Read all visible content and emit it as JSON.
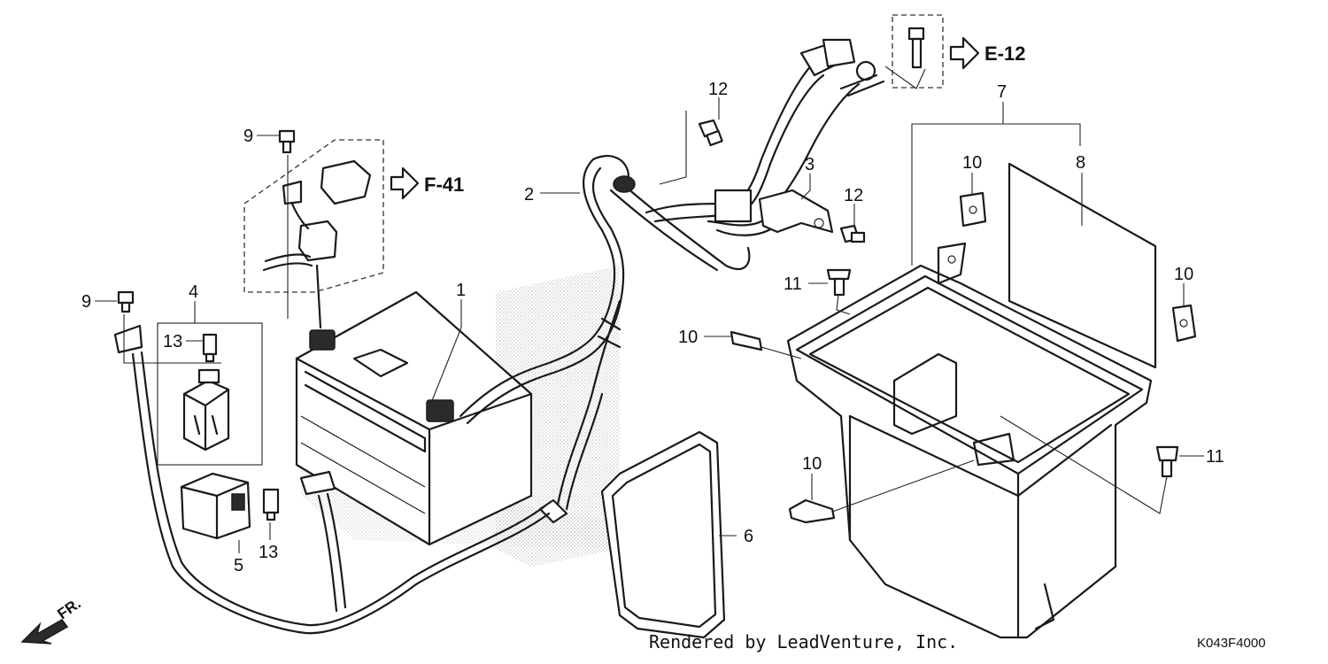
{
  "callouts": {
    "c1": "1",
    "c2": "2",
    "c3": "3",
    "c4": "4",
    "c5": "5",
    "c6": "6",
    "c7": "7",
    "c8": "8",
    "c9a": "9",
    "c9b": "9",
    "c10a": "10",
    "c10b": "10",
    "c10c": "10",
    "c10d": "10",
    "c11a": "11",
    "c11b": "11",
    "c12a": "12",
    "c12b": "12",
    "c13a": "13",
    "c13b": "13"
  },
  "references": {
    "f41": "F-41",
    "e12": "E-12"
  },
  "direction": {
    "front": "FR."
  },
  "footer": {
    "credit": "Rendered by LeadVenture, Inc.",
    "diagram_code": "K043F4000"
  }
}
